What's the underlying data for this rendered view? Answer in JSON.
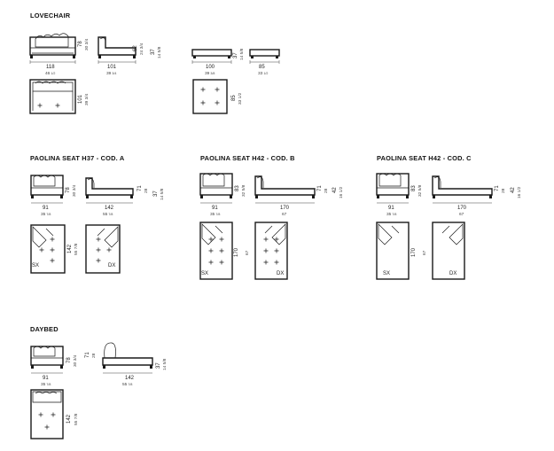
{
  "sections": {
    "lovechair": "LOVECHAIR",
    "cod_a": "PAOLINA SEAT H37 - COD. A",
    "cod_b": "PAOLINA SEAT H42 - COD. B",
    "cod_c": "PAOLINA SEAT H42 - COD. C",
    "daybed": "DAYBED"
  },
  "lovechair": {
    "w1": "118",
    "w1_in": "46",
    "w1_in_frac": "1/2",
    "h1": "78",
    "h1_in": "30 3/4",
    "w2": "101",
    "w2_in": "39",
    "w2_in_frac": "3/4",
    "h2": "62",
    "h2_in": "24 3/4",
    "h3": "37",
    "h3_in": "14 5/8",
    "d1": "101",
    "d1_in": "39 3/4",
    "pw1": "100",
    "pw1_in": "39",
    "pw1_in_frac": "3/8",
    "ph1": "37",
    "ph1_in": "14 5/8",
    "pw2": "85",
    "pw2_in": "33",
    "pw2_in_frac": "1/2",
    "pd": "85",
    "pd_in": "33 1/2"
  },
  "cod_a": {
    "w1": "91",
    "w1_in": "35",
    "w1_in_frac": "7/8",
    "h1": "78",
    "h1_in": "30 3/4",
    "w2": "142",
    "w2_in": "55",
    "w2_in_frac": "7/8",
    "h2": "71",
    "h2_in": "28",
    "h3": "37",
    "h3_in": "14 5/8",
    "d": "142",
    "d_in": "55 7/8",
    "sx": "SX",
    "dx": "DX"
  },
  "cod_b": {
    "w1": "91",
    "w1_in": "35",
    "w1_in_frac": "7/8",
    "h1": "83",
    "h1_in": "32 5/8",
    "w2": "170",
    "w2_in": "67",
    "h2": "71",
    "h2_in": "28",
    "h3": "42",
    "h3_in": "16 1/2",
    "d": "170",
    "d_in": "67",
    "sx": "SX",
    "dx": "DX"
  },
  "cod_c": {
    "w1": "91",
    "w1_in": "35",
    "w1_in_frac": "7/8",
    "h1": "83",
    "h1_in": "32 5/8",
    "w2": "170",
    "w2_in": "67",
    "h2": "71",
    "h2_in": "28",
    "h3": "42",
    "h3_in": "16 1/2",
    "d": "170",
    "d_in": "67",
    "sx": "SX",
    "dx": "DX"
  },
  "daybed": {
    "w1": "91",
    "w1_in": "35",
    "w1_in_frac": "7/8",
    "h1": "78",
    "h1_in": "30 3/4",
    "h2": "71",
    "h2_in": "28",
    "w2": "142",
    "w2_in": "55",
    "w2_in_frac": "7/8",
    "h3": "37",
    "h3_in": "14 5/8",
    "d": "142",
    "d_in": "55 7/8"
  }
}
